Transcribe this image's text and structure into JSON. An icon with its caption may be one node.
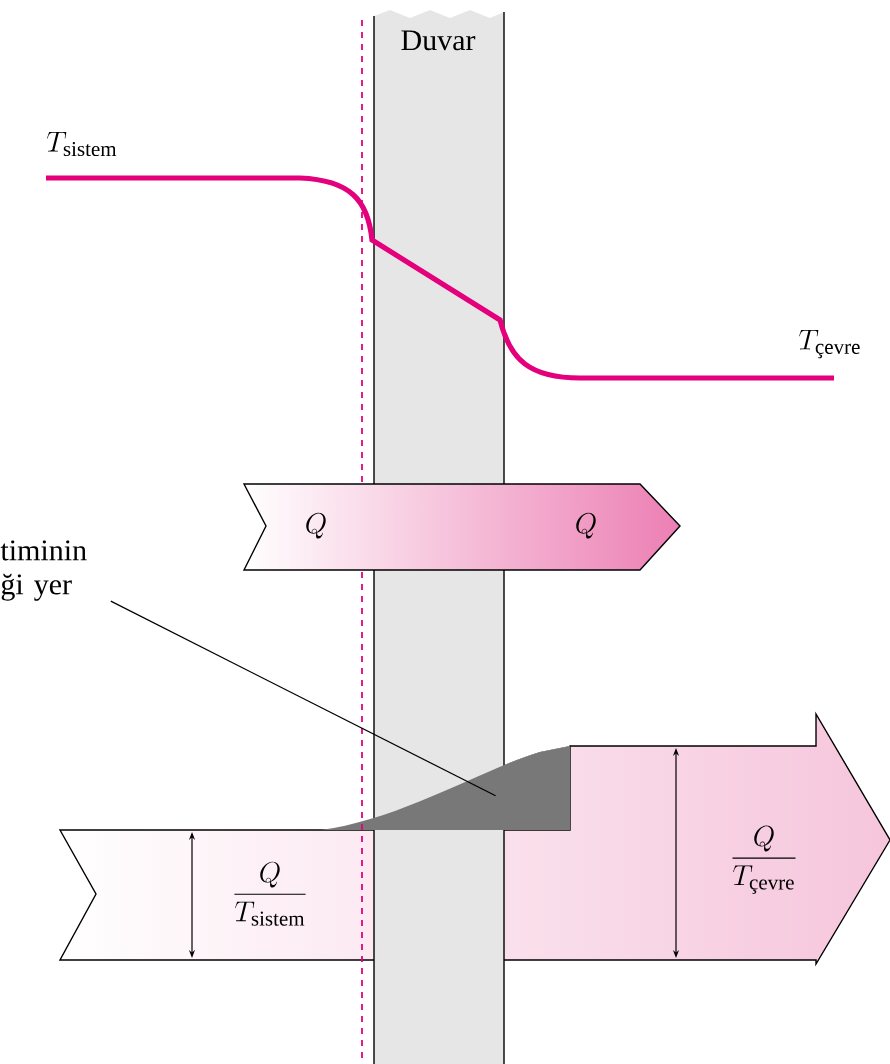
{
  "diagram": {
    "nodes": [
      {
        "text": [
          "Duvar"
        ]
      },
      {
        "text": [
          "Q",
          "Q"
        ]
      },
      {
        "text": [
          "timinin ği yer"
        ]
      },
      {
        "text": [
          "\\frac{Q}{T_{\\text{sistem}}}",
          "\\frac{Q}{T_{\\text{çevre}}}"
        ]
      },
      {
        "text": [],
        "shape": "wedge"
      }
    ],
    "edges": [
      {
        "from": 2,
        "to": 4,
        "arrow": "none"
      }
    ],
    "labels": [
      "T_{\\text{sistem}}",
      "T_{\\text{çevre}}"
    ]
  }
}
